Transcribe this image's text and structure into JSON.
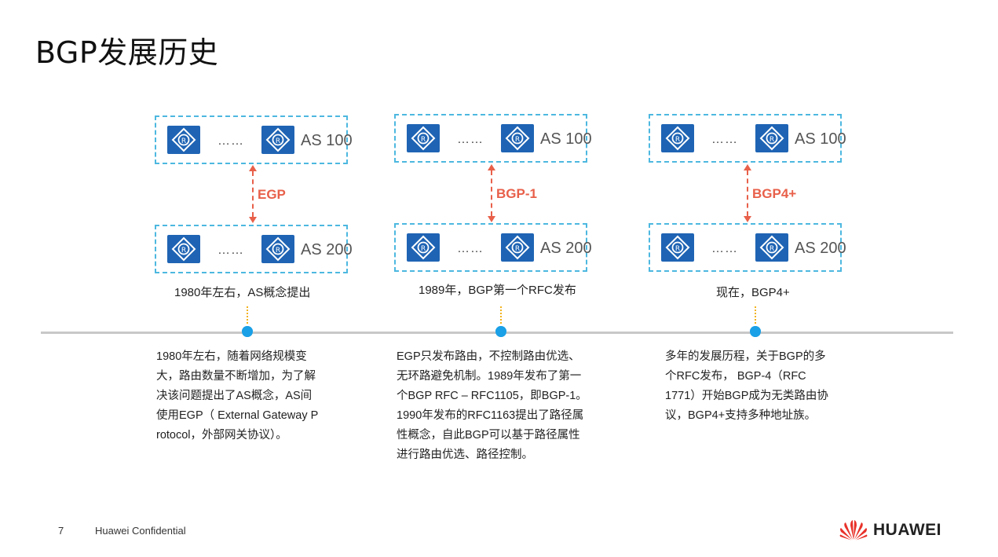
{
  "title": "BGP发展历史",
  "columns": [
    {
      "top_as": "AS 100",
      "bottom_as": "AS 200",
      "dots": "……",
      "protocol": "EGP",
      "caption": "1980年左右，AS概念提出",
      "desc_lines": [
        "1980年左右，随着网络规模变",
        "大，路由数量不断增加，为了解",
        "决该问题提出了AS概念，AS间",
        "使用EGP（ External Gateway P",
        "rotocol，外部网关协议）。"
      ]
    },
    {
      "top_as": "AS 100",
      "bottom_as": "AS 200",
      "dots": "……",
      "protocol": "BGP-1",
      "caption": "1989年，BGP第一个RFC发布",
      "desc_lines": [
        "EGP只发布路由，不控制路由优选、",
        "无环路避免机制。1989年发布了第一",
        "个BGP RFC – RFC1105，即BGP-1。",
        "1990年发布的RFC1163提出了路径属",
        "性概念，自此BGP可以基于路径属性",
        "进行路由优选、路径控制。"
      ]
    },
    {
      "top_as": "AS 100",
      "bottom_as": "AS 200",
      "dots": "……",
      "protocol": "BGP4+",
      "caption": "现在，BGP4+",
      "desc_lines": [
        "多年的发展历程，关于BGP的多",
        "个RFC发布， BGP-4（RFC",
        "1771）开始BGP成为无类路由协",
        "议，BGP4+支持多种地址族。"
      ]
    }
  ],
  "footer": {
    "page_number": "7",
    "confidential": "Huawei Confidential",
    "brand": "HUAWEI"
  },
  "colors": {
    "router": "#1f64b4",
    "as_border": "#4db8e0",
    "connector": "#e8604a",
    "timeline_dot": "#1aa0e6",
    "logo": "#e8322a"
  },
  "icons": [
    "router-icon",
    "up-arrow-icon",
    "down-arrow-icon",
    "huawei-logo-icon"
  ]
}
